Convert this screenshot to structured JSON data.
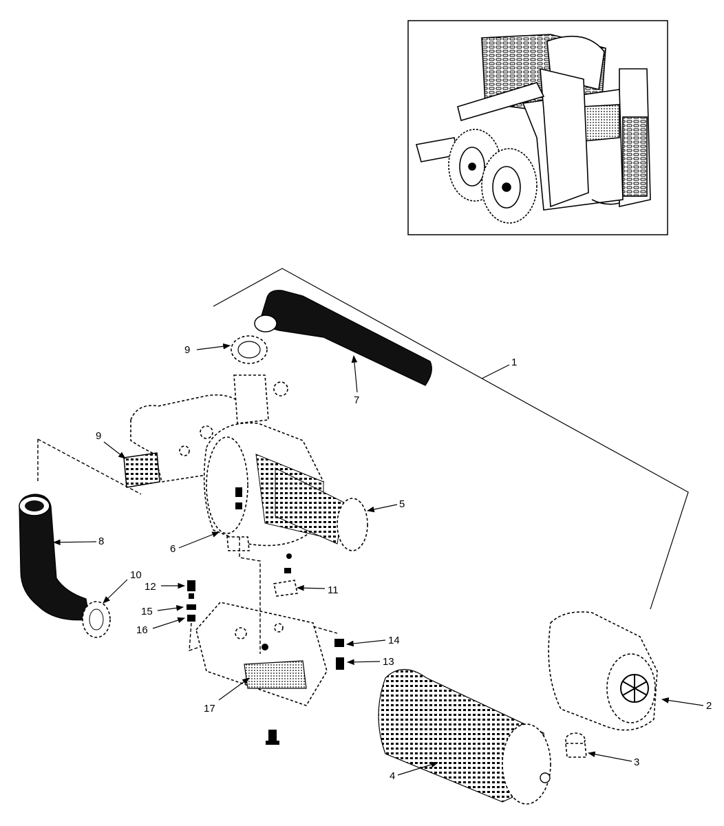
{
  "callouts": [
    {
      "id": "1",
      "label": "1"
    },
    {
      "id": "2",
      "label": "2"
    },
    {
      "id": "3",
      "label": "3"
    },
    {
      "id": "4",
      "label": "4"
    },
    {
      "id": "5",
      "label": "5"
    },
    {
      "id": "6",
      "label": "6"
    },
    {
      "id": "7",
      "label": "7"
    },
    {
      "id": "8",
      "label": "8"
    },
    {
      "id": "9a",
      "label": "9"
    },
    {
      "id": "9b",
      "label": "9"
    },
    {
      "id": "10",
      "label": "10"
    },
    {
      "id": "11",
      "label": "11"
    },
    {
      "id": "12",
      "label": "12"
    },
    {
      "id": "13",
      "label": "13"
    },
    {
      "id": "14",
      "label": "14"
    },
    {
      "id": "15",
      "label": "15"
    },
    {
      "id": "16",
      "label": "16"
    },
    {
      "id": "17",
      "label": "17"
    }
  ]
}
